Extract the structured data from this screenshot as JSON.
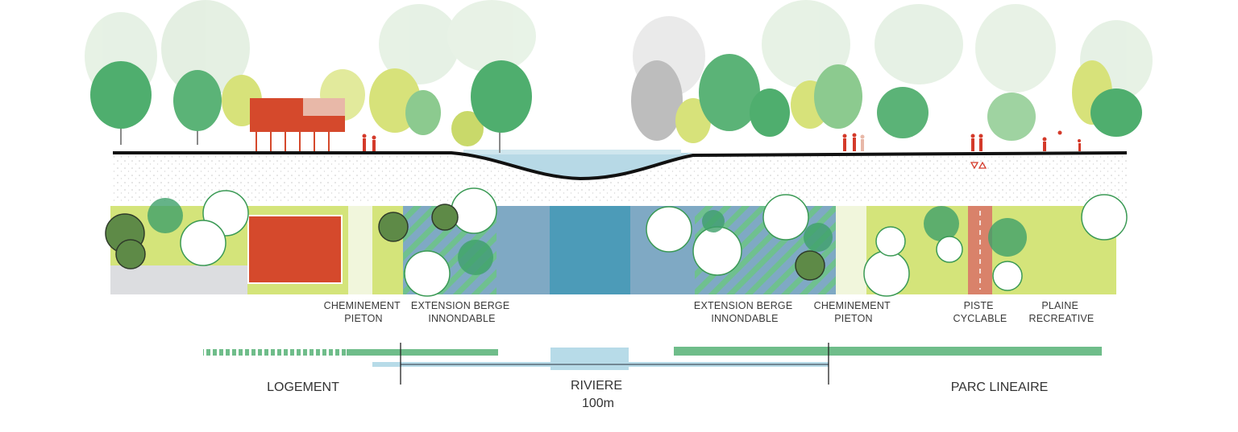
{
  "colors": {
    "ground": "#111111",
    "water": "#4c9bb8",
    "water_light": "#7fa9c4",
    "meadow": "#d4e47a",
    "housing": "#d5492c",
    "housing_light": "#e8b8a8",
    "path_light": "#f1f6dc",
    "hatch": "#6fc08f",
    "tree_green": "#4fae6e",
    "tree_light": "#b9dcb6",
    "tree_yellow": "#d7e27a",
    "bike_lane": "#d9826a",
    "pavement": "#dcdde0",
    "bar_green": "#6fbd8a",
    "bar_blue": "#b7dbe8",
    "people": "#d43a2a"
  },
  "plan_labels": [
    {
      "id": "cheminement-pieton-left",
      "lines": [
        "CHEMINEMENT",
        "PIETON"
      ]
    },
    {
      "id": "extension-berge-left",
      "lines": [
        "EXTENSION BERGE",
        "INNONDABLE"
      ]
    },
    {
      "id": "extension-berge-right",
      "lines": [
        "EXTENSION BERGE",
        "INNONDABLE"
      ]
    },
    {
      "id": "cheminement-pieton-right",
      "lines": [
        "CHEMINEMENT",
        "PIETON"
      ]
    },
    {
      "id": "piste-cyclable",
      "lines": [
        "PISTE",
        "CYCLABLE"
      ]
    },
    {
      "id": "plaine-recreative",
      "lines": [
        "PLAINE",
        "RECREATIVE"
      ]
    }
  ],
  "zones": {
    "logement": "LOGEMENT",
    "riviere": "RIVIERE",
    "width": "100m",
    "parc_lineaire": "PARC LINEAIRE"
  }
}
